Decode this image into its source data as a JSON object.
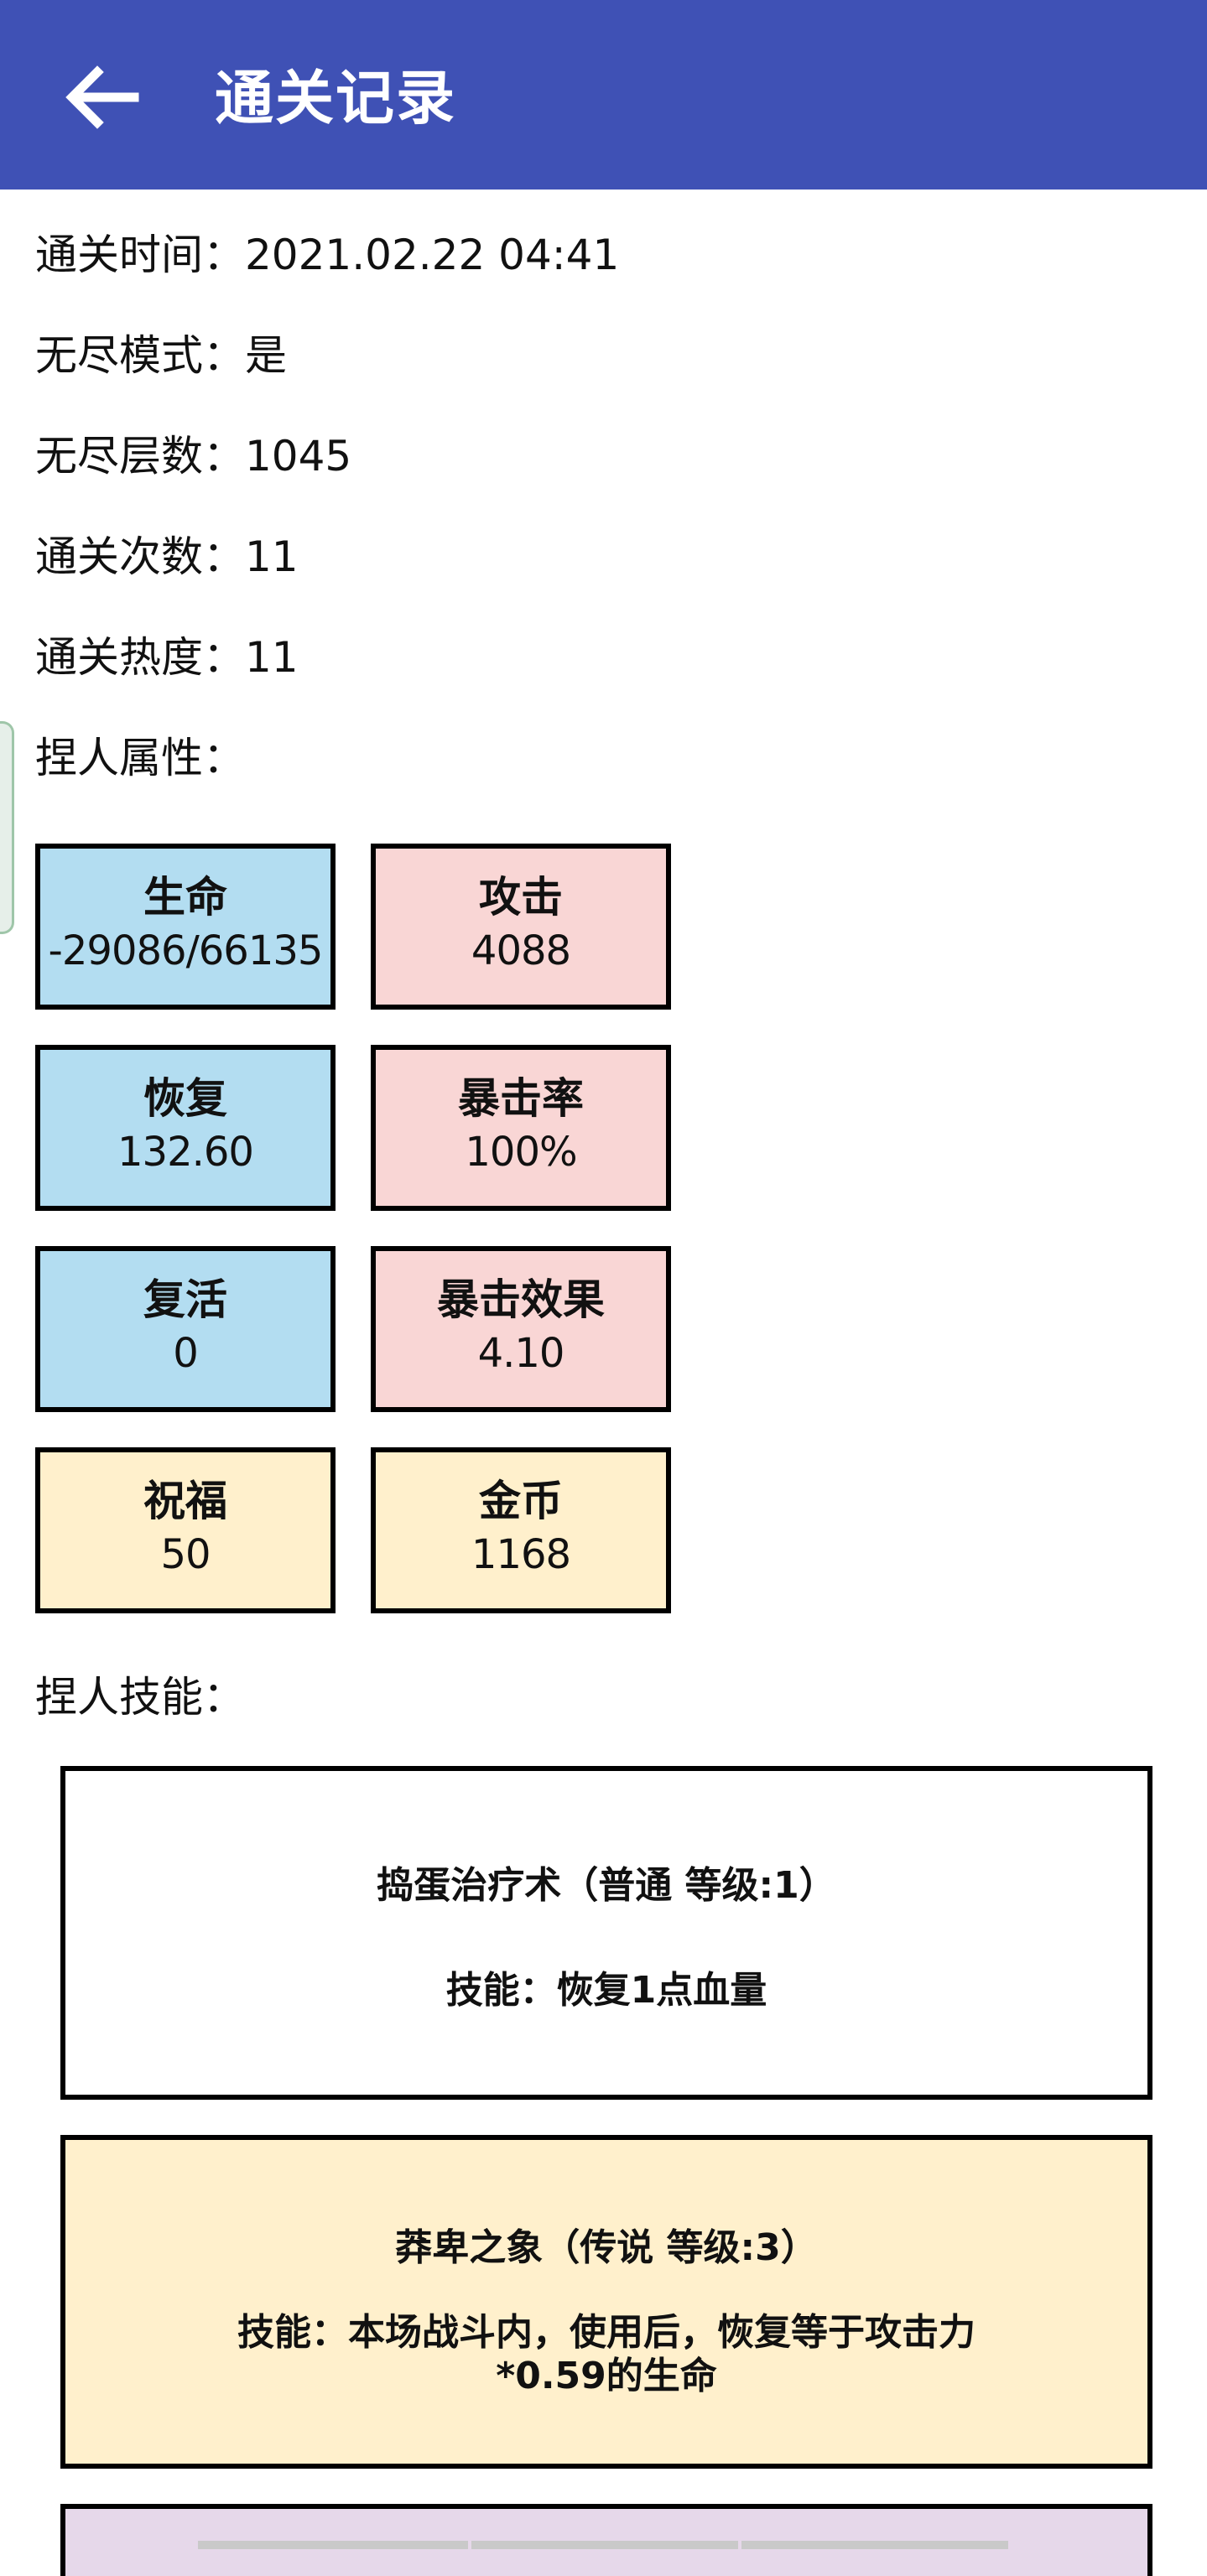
{
  "appbar": {
    "title": "通关记录",
    "back_icon": "arrow-left-icon",
    "background": "#3f51b5"
  },
  "info": {
    "clear_time": "通关时间：2021.02.22 04:41",
    "endless_mode": "无尽模式：是",
    "endless_floors": "无尽层数：1045",
    "clear_count": "通关次数：11",
    "clear_heat": "通关热度：11",
    "attributes_header": "捏人属性：",
    "skills_header": "捏人技能："
  },
  "colors": {
    "blue": "#b3ddf1",
    "pink": "#f9d6d5",
    "yellow": "#fff0cc",
    "lavender": "#e6d8ea"
  },
  "stats": [
    {
      "label": "生命",
      "value": "-29086/66135"
    },
    {
      "label": "攻击",
      "value": "4088"
    },
    {
      "label": "恢复",
      "value": "132.60"
    },
    {
      "label": "暴击率",
      "value": "100%"
    },
    {
      "label": "复活",
      "value": "0"
    },
    {
      "label": "暴击效果",
      "value": "4.10"
    },
    {
      "label": "祝福",
      "value": "50"
    },
    {
      "label": "金币",
      "value": "1168"
    }
  ],
  "skills": [
    {
      "title": "捣蛋治疗术（普通 等级:1）",
      "desc": "技能：恢复1点血量"
    },
    {
      "title": "莽卑之象（传说 等级:3）",
      "desc": "技能：本场战斗内，使用后，恢复等于攻击力*0.59的生命"
    }
  ]
}
